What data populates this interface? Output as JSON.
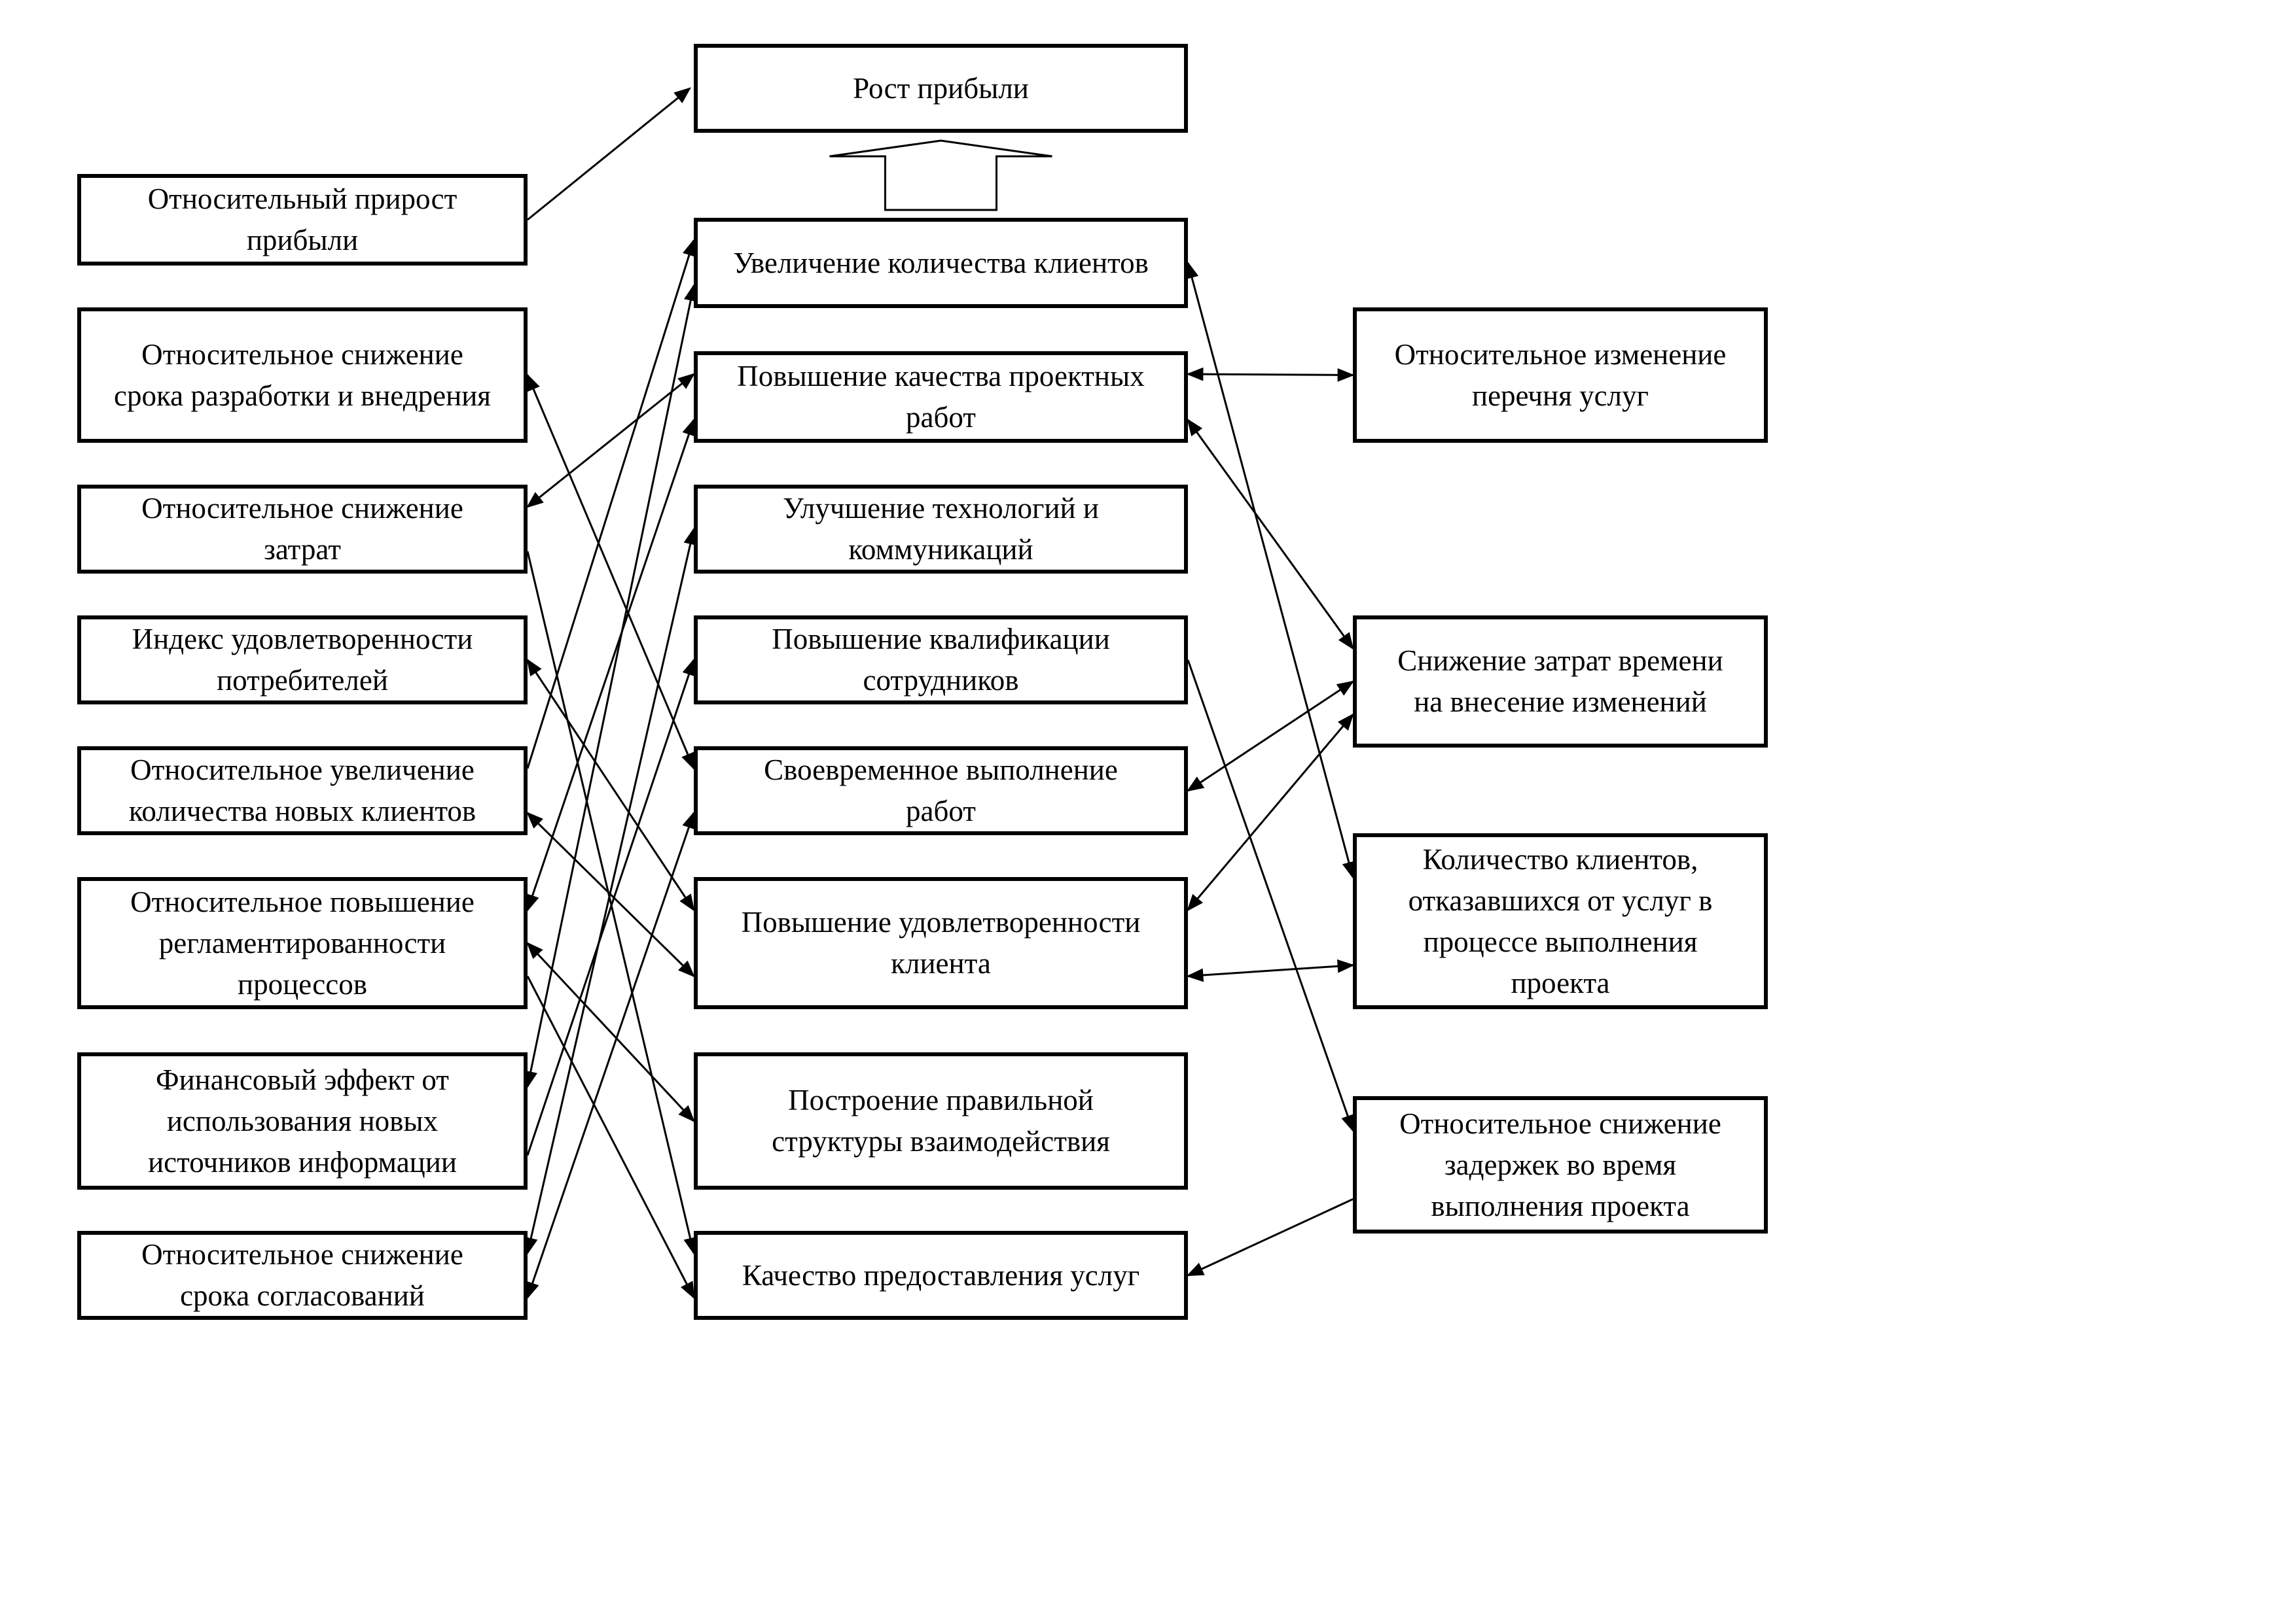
{
  "goal": {
    "label": "Рост прибыли"
  },
  "left_indicators": [
    {
      "id": "L1",
      "label": "Относительный прирост\nприбыли"
    },
    {
      "id": "L2",
      "label": "Относительное снижение\nсрока разработки и внедрения"
    },
    {
      "id": "L3",
      "label": "Относительное снижение\nзатрат"
    },
    {
      "id": "L4",
      "label": "Индекс удовлетворенности\nпотребителей"
    },
    {
      "id": "L5",
      "label": "Относительное увеличение\nколичества новых клиентов"
    },
    {
      "id": "L6",
      "label": "Относительное повышение\nрегламентированности\nпроцессов"
    },
    {
      "id": "L7",
      "label": "Финансовый эффект от\nиспользования новых\nисточников информации"
    },
    {
      "id": "L8",
      "label": "Относительное снижение\nсрока согласований"
    }
  ],
  "center_goals": [
    {
      "id": "C1",
      "label": "Увеличение количества клиентов"
    },
    {
      "id": "C2",
      "label": "Повышение качества проектных\nработ"
    },
    {
      "id": "C3",
      "label": "Улучшение технологий и\nкоммуникаций"
    },
    {
      "id": "C4",
      "label": "Повышение квалификации\nсотрудников"
    },
    {
      "id": "C5",
      "label": "Своевременное выполнение\nработ"
    },
    {
      "id": "C6",
      "label": "Повышение удовлетворенности\nклиента"
    },
    {
      "id": "C7",
      "label": "Построение правильной\nструктуры взаимодействия"
    },
    {
      "id": "C8",
      "label": "Качество предоставления услуг"
    }
  ],
  "right_indicators": [
    {
      "id": "R1",
      "label": "Относительное изменение\nперечня услуг"
    },
    {
      "id": "R2",
      "label": "Снижение затрат времени\nна внесение изменений"
    },
    {
      "id": "R3",
      "label": "Количество клиентов,\nотказавшихся от услуг в\nпроцессе выполнения\nпроекта"
    },
    {
      "id": "R4",
      "label": "Относительное снижение\nзадержек во время\nвыполнения проекта"
    }
  ],
  "connections": [
    {
      "from": "L1",
      "to": "GOAL",
      "arrow": "end"
    },
    {
      "from": "C1",
      "to": "GOAL",
      "arrow": "block"
    },
    {
      "from": "L2",
      "to": "C5",
      "arrow": "both"
    },
    {
      "from": "L3",
      "to": "C2",
      "arrow": "both"
    },
    {
      "from": "L3",
      "to": "C8",
      "arrow": "end"
    },
    {
      "from": "L4",
      "to": "C6",
      "arrow": "both"
    },
    {
      "from": "L5",
      "to": "C1",
      "arrow": "end"
    },
    {
      "from": "L5",
      "to": "C6",
      "arrow": "both"
    },
    {
      "from": "L6",
      "to": "C2",
      "arrow": "both"
    },
    {
      "from": "L6",
      "to": "C7",
      "arrow": "both"
    },
    {
      "from": "L6",
      "to": "C8",
      "arrow": "end"
    },
    {
      "from": "L7",
      "to": "C1",
      "arrow": "both"
    },
    {
      "from": "L7",
      "to": "C4",
      "arrow": "end"
    },
    {
      "from": "L8",
      "to": "C3",
      "arrow": "both"
    },
    {
      "from": "L8",
      "to": "C5",
      "arrow": "both"
    },
    {
      "from": "C1",
      "to": "R3",
      "arrow": "both"
    },
    {
      "from": "C2",
      "to": "R1",
      "arrow": "both"
    },
    {
      "from": "C2",
      "to": "R2",
      "arrow": "both"
    },
    {
      "from": "C4",
      "to": "R4",
      "arrow": "end"
    },
    {
      "from": "C5",
      "to": "R2",
      "arrow": "both"
    },
    {
      "from": "C6",
      "to": "R2",
      "arrow": "both"
    },
    {
      "from": "C6",
      "to": "R3",
      "arrow": "both"
    },
    {
      "from": "C8",
      "to": "R4",
      "arrow": "start"
    }
  ]
}
